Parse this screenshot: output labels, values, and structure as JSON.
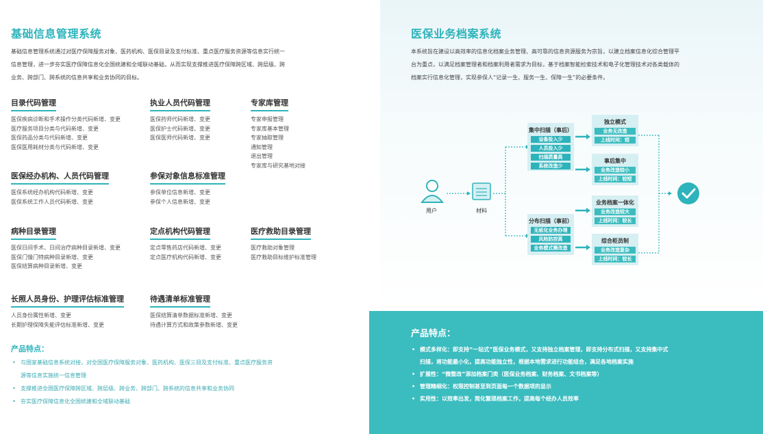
{
  "left": {
    "title": "基础信息管理系统",
    "intro": [
      "基础信息管理系统通过对医疗保障服务对象、医药机构、医保目录及支付标准、重点医疗服务资源等信息实行统一",
      "信息管理，进一步夯实医疗保障信息化全国统建和全域联动基础，从而实现支撑推进医疗保障跨区域、跨层级、跨",
      "业务、跨部门、跨系统的信息共享和业务协同的目标。"
    ],
    "modules": [
      {
        "title": "目录代码管理",
        "items": [
          "医保疾病诊断和手术操作分类代码新增、变更",
          "医疗服务项目分类与代码新增、变更",
          "医保药品分类与代码新增、变更",
          "医保医用耗材分类与代码新增、变更"
        ]
      },
      {
        "title": "执业人员代码管理",
        "items": [
          "医保药师代码新增、变更",
          "医保护士代码新增、变更",
          "医保医师代码新增、变更"
        ]
      },
      {
        "title": "专家库管理",
        "items": [
          "专家申报管理",
          "专家库基本管理",
          "专家抽取管理",
          "通知管理",
          "退出管理",
          "专家库与研究基地对接"
        ]
      },
      {
        "title": "医保经办机构、人员代码管理",
        "items": [
          "医保系统经办机构代码新增、变更",
          "医保系统工作人员代码新增、变更"
        ]
      },
      {
        "title": "参保对象信息标准管理",
        "items": [
          "参保单位信息新增、变更",
          "参保个人信息新增、变更"
        ]
      },
      {
        "title": "病种目录管理",
        "items": [
          "医保日间手术、日间治疗病种目录新增、变更",
          "医保门慢门特病种目录新增、变更",
          "医保结算病种目录新增、变更"
        ]
      },
      {
        "title": "定点机构代码管理",
        "items": [
          "定点零售药店代码新增、变更",
          "定点医疗机构代码新增、变更"
        ]
      },
      {
        "title": "医疗救助目录管理",
        "items": [
          "医疗救助对象管理",
          "医疗救助目标维护标准管理"
        ]
      },
      {
        "title": "长照人员身份、护理评估标准管理",
        "items": [
          "人员身份属性新增、变更",
          "长期护理保障失能评估标准新增、变更"
        ]
      },
      {
        "title": "待遇清单标准管理",
        "items": [
          "医保结算清单数据标准新增、变更",
          "待遇计算方式和政策参数新增、变更"
        ]
      }
    ],
    "features_title": "产品特点：",
    "features": [
      "与国家基础信息系统对接，对全国医疗保障服务对象、医药机构、医保三目及支付标准、重点医疗服务资",
      "源等信息实施统一信息管理",
      "支撑推进全国医疗保障跨区域、跨层级、跨业务、跨部门、跨系统的信息共享和业务协同",
      "夯实医疗保障信息化全国统建和全域联动基础"
    ]
  },
  "right": {
    "title": "医保业务档案系统",
    "intro": [
      "本系统旨在建设以高效率的信息化档案业务管理、高可靠的信息资源服务为宗旨，以建立档案信息化综合管理平",
      "台为重点，以满足档案管理者和档案利用者需求为目标，基于档案智能检索技术和电子化管理技术对各类载体的",
      "档案实行信息化管理，实现参保人“记录一生、服务一生、保障一生”的必要条件。"
    ],
    "diagram": {
      "user_label": "用户",
      "material_label": "材料",
      "centralized": {
        "title": "集中扫描（事后）",
        "tags": [
          "设备投入少",
          "人员投入少",
          "扫描质量高",
          "系统改造少"
        ]
      },
      "distributed": {
        "title": "分布扫描（事前）",
        "tags": [
          "无纸化业务办理",
          "风险防控高",
          "业务模式需改造"
        ]
      },
      "modes": [
        {
          "title": "独立模式",
          "tags": [
            "业务无改造",
            "上线时间：短"
          ]
        },
        {
          "title": "事后集中",
          "tags": [
            "业务改造较小",
            "上线时间：较短"
          ]
        },
        {
          "title": "业务档案一体化",
          "tags": [
            "业务改造较大",
            "上线时间：较长"
          ]
        },
        {
          "title": "综合柜员制",
          "tags": [
            "业务改造复杂",
            "上线时间：较长"
          ]
        }
      ]
    },
    "features_title": "产品特点：",
    "features": [
      "模式多样化：即支持“一站式”医保业务模式，又支持独立档案管理，即支持分布式扫描，又支持集中式",
      "扫描，将功能最小化，提高功能独立性，根据本地需求进行功能组合，满足各地档案实施",
      "扩展性：“微整改”添加档案门类（医保业务档案、财务档案、文书档案等）",
      "管理精细化：权限控制甚至到页面每一个数据项的显示",
      "实用性：以效率出发，简化繁琐档案工作，提高每个经办人员效率"
    ]
  }
}
